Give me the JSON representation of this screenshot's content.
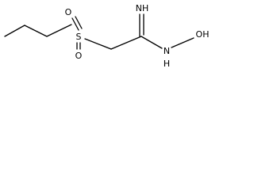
{
  "molecule": {
    "atom_labels": {
      "sulfur": "S",
      "oxygen_top": "O",
      "oxygen_bottom": "O",
      "imine": "NH",
      "hydroxylamine": "N",
      "hydroxylamine_h": "H",
      "hydroxyl": "OH"
    },
    "colors": {
      "bond": "#000000",
      "label": "#000000",
      "background": "#ffffff"
    }
  }
}
